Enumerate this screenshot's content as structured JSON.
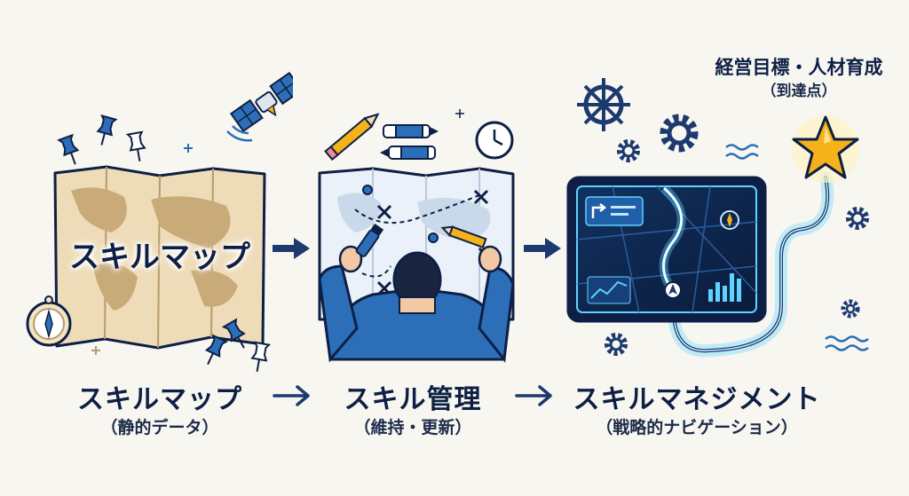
{
  "stages": [
    {
      "title": "スキルマップ",
      "subtitle": "（静的データ）",
      "map_label": "スキルマップ"
    },
    {
      "title": "スキル管理",
      "subtitle": "（維持・更新）"
    },
    {
      "title": "スキルマネジメント",
      "subtitle": "（戦略的ナビゲーション）"
    }
  ],
  "goal": {
    "title": "経営目標・人材育成",
    "subtitle": "（到達点）"
  },
  "colors": {
    "navy": "#0e1f45",
    "blue": "#2c6fb8",
    "glow": "#5fd3ff",
    "gold": "#f5b21b",
    "parchment": "#eedcb8"
  },
  "icons": [
    "satellite-icon",
    "pushpin-icon",
    "compass-icon",
    "pencil-icon",
    "marker-icon",
    "clock-icon",
    "ship-wheel-icon",
    "gear-icon",
    "star-icon",
    "arrow-right-icon"
  ]
}
